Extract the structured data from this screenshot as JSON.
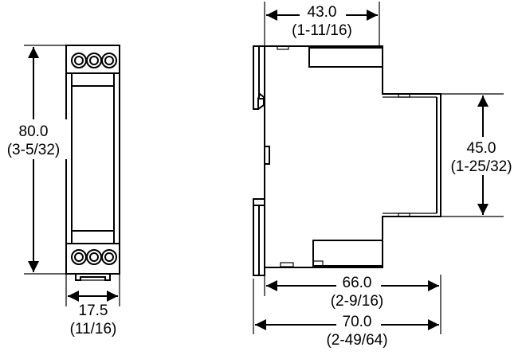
{
  "dimensions": {
    "front_height": {
      "mm": "80.0",
      "inch": "(3-5/32)"
    },
    "front_width": {
      "mm": "17.5",
      "inch": "(11/16)"
    },
    "side_top_width": {
      "mm": "43.0",
      "inch": "(1-11/16)"
    },
    "side_right_height": {
      "mm": "45.0",
      "inch": "(1-25/32)"
    },
    "side_body_depth": {
      "mm": "66.0",
      "inch": "(2-9/16)"
    },
    "side_total_depth": {
      "mm": "70.0",
      "inch": "(2-49/64)"
    }
  }
}
